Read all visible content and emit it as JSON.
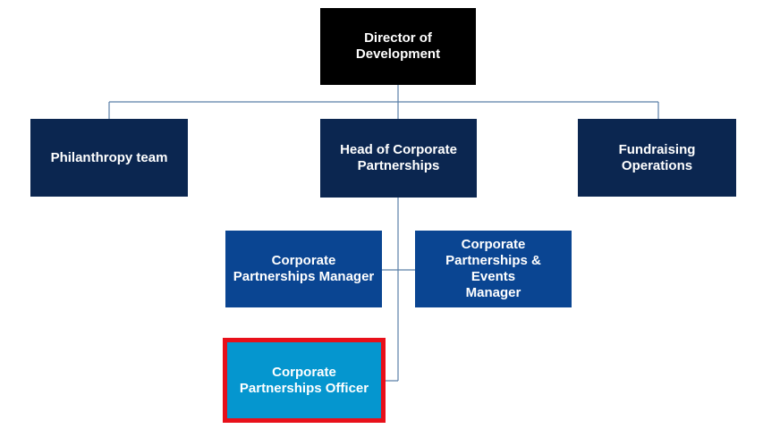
{
  "org_chart": {
    "director": {
      "label": "Director of\nDevelopment"
    },
    "philanthropy": {
      "label": "Philanthropy team"
    },
    "head_corporate": {
      "label": "Head of Corporate\nPartnerships"
    },
    "fundraising_ops": {
      "label": "Fundraising\nOperations"
    },
    "cp_manager": {
      "label": "Corporate\nPartnerships Manager"
    },
    "cp_events_manager": {
      "label": "Corporate\nPartnerships & Events\nManager"
    },
    "cp_officer": {
      "label": "Corporate\nPartnerships Officer",
      "highlighted": true
    }
  },
  "colors": {
    "director_fill": "#000000",
    "level1_fill": "#0b2650",
    "level2_fill": "#0a4592",
    "officer_fill": "#0596cf",
    "connector": "#5a7fa8",
    "highlight_border": "#e8101a",
    "text": "#ffffff"
  }
}
